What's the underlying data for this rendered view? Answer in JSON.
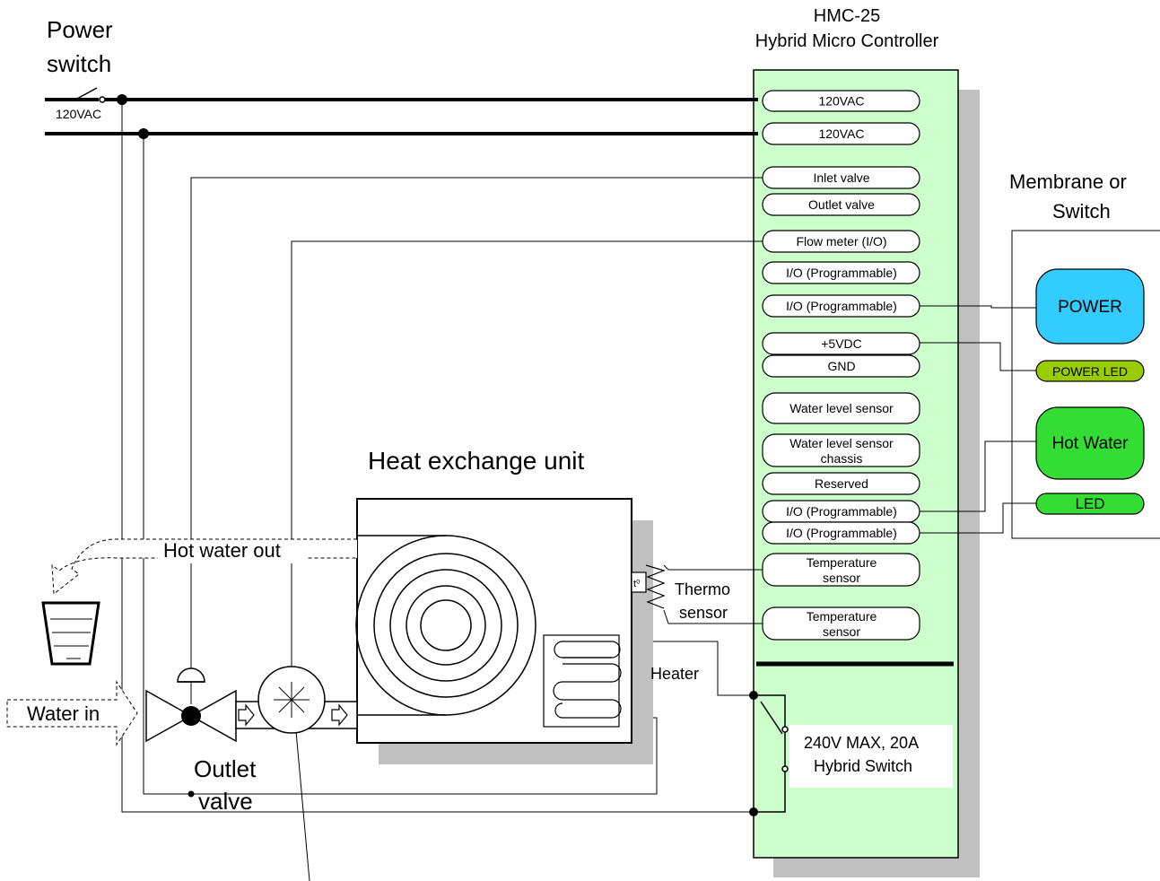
{
  "title": {
    "line1": "Power",
    "line2": "switch"
  },
  "supply_label": "120VAC",
  "controller": {
    "title_line1": "HMC-25",
    "title_line2": "Hybrid Micro Controller",
    "pins": [
      {
        "label": "120VAC"
      },
      {
        "label": "120VAC"
      },
      {
        "label": "Inlet valve"
      },
      {
        "label": "Outlet valve"
      },
      {
        "label": "Flow meter (I/O)"
      },
      {
        "label": "I/O (Programmable)"
      },
      {
        "label": "I/O (Programmable)"
      },
      {
        "label": "+5VDC"
      },
      {
        "label": "GND"
      },
      {
        "label": "Water level sensor"
      },
      {
        "label": "Water level sensor",
        "label2": "chassis"
      },
      {
        "label": "Reserved"
      },
      {
        "label": "I/O (Programmable)"
      },
      {
        "label": "I/O (Programmable)"
      },
      {
        "label": "Temperature",
        "label2": "sensor"
      },
      {
        "label": "Temperature",
        "label2": "sensor"
      }
    ],
    "switch_label_line1": "240V MAX, 20A",
    "switch_label_line2": "Hybrid Switch"
  },
  "membrane": {
    "title_line1": "Membrane or",
    "title_line2": "Switch",
    "power_button": "POWER",
    "power_led": "POWER LED",
    "hot_water_button": "Hot Water",
    "led": "LED"
  },
  "heat_exchanger": {
    "title": "Heat exchange unit"
  },
  "labels": {
    "hot_water_out": "Hot water out",
    "water_in": "Water in",
    "outlet_valve_line1": "Outlet",
    "outlet_valve_line2": "valve",
    "thermo_line1": "Thermo",
    "thermo_line2": "sensor",
    "t0": "t⁰",
    "heater": "Heater"
  },
  "colors": {
    "controller_fill": "#ccffcc",
    "power_button": "#33ccff",
    "power_led": "#99cc00",
    "hot_water_button": "#33dd33",
    "led": "#33dd33",
    "shadow": "#c0c0c0"
  }
}
